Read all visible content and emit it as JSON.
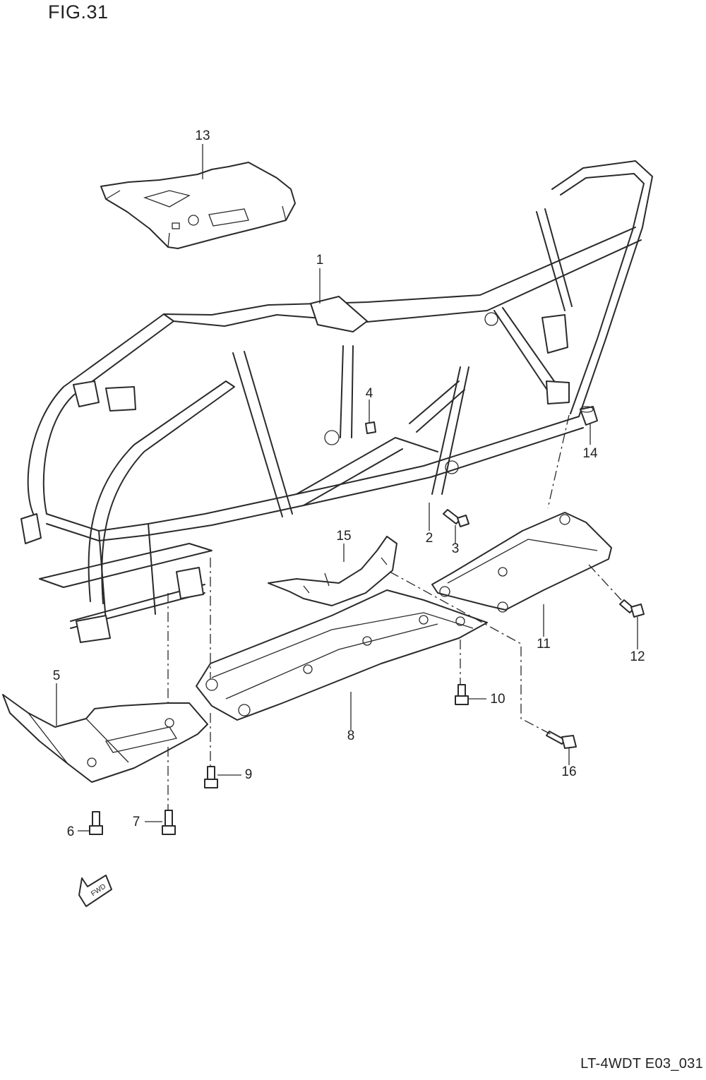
{
  "figure": {
    "title": "FIG.31",
    "code": "LT-4WDT E03_031"
  },
  "fwd_label": "FWD",
  "callouts": [
    {
      "id": "1",
      "label": "1"
    },
    {
      "id": "2",
      "label": "2"
    },
    {
      "id": "3",
      "label": "3"
    },
    {
      "id": "4",
      "label": "4"
    },
    {
      "id": "5",
      "label": "5"
    },
    {
      "id": "6",
      "label": "6"
    },
    {
      "id": "7",
      "label": "7"
    },
    {
      "id": "8",
      "label": "8"
    },
    {
      "id": "9",
      "label": "9"
    },
    {
      "id": "10",
      "label": "10"
    },
    {
      "id": "11",
      "label": "11"
    },
    {
      "id": "12",
      "label": "12"
    },
    {
      "id": "13",
      "label": "13"
    },
    {
      "id": "14",
      "label": "14"
    },
    {
      "id": "15",
      "label": "15"
    },
    {
      "id": "16",
      "label": "16"
    }
  ]
}
